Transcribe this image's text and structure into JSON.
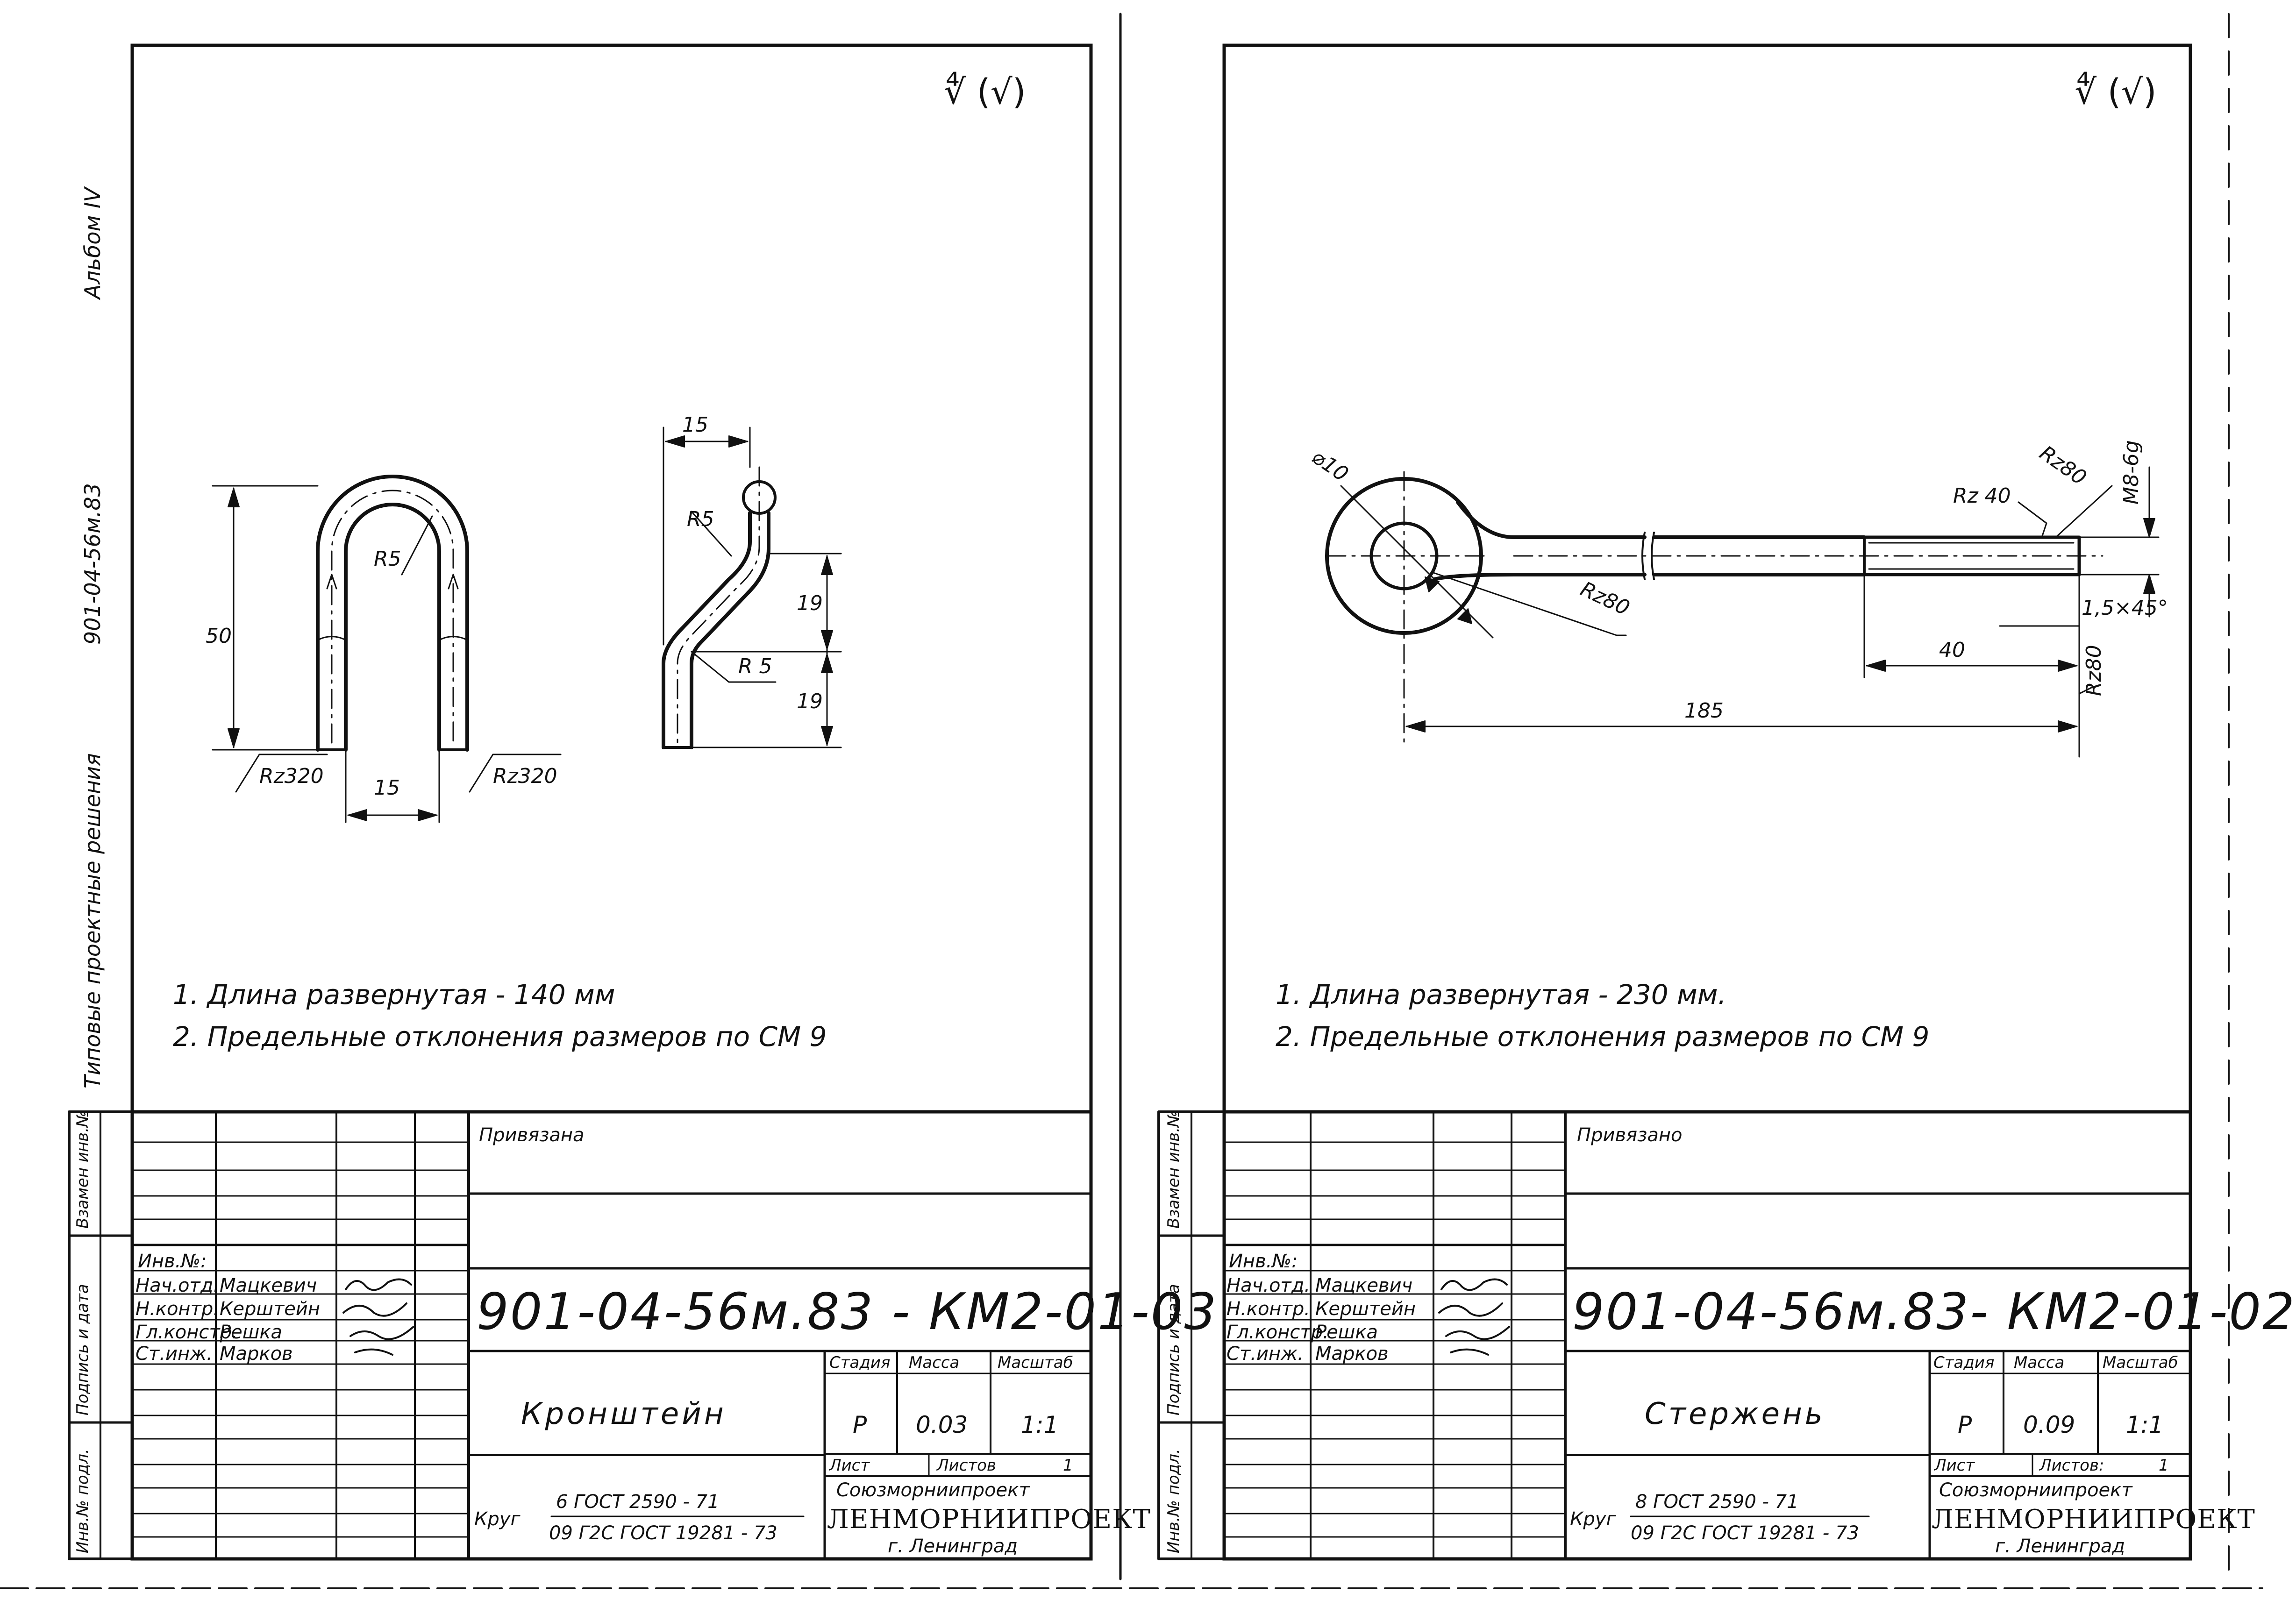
{
  "album": {
    "label": "Альбом IV",
    "series_label": "Типовые проектные решения",
    "series_code": "901-04-56м.83"
  },
  "sheets": [
    {
      "roughness_mark": "∜ (√)",
      "notes": [
        "1. Длина развернутая  -  140 мм",
        "2. Предельные  отклонения  размеров  по  СМ 9"
      ],
      "dimensions": {
        "height": "50",
        "gap": "15",
        "bend_radius": "R5",
        "offset_width": "15",
        "radius_top": "R5",
        "radius_bottom": "R 5",
        "offset_upper": "19",
        "offset_lower": "19",
        "rz_left": "Rz320",
        "rz_right": "Rz320"
      },
      "side_stamp": {
        "row1": "Взамен инв.№",
        "row2": "Подпись и дата",
        "row3": "Инв.№ подл."
      },
      "title_block": {
        "privyazana": "Привязана",
        "inv_label": "Инв.№:",
        "people": [
          {
            "role": "Нач.отд.",
            "name": "Мацкевич"
          },
          {
            "role": "Н.контр.",
            "name": "Керштейн"
          },
          {
            "role": "Гл.констр.",
            "name": "Решка"
          },
          {
            "role": "Ст.инж.",
            "name": "Марков"
          }
        ],
        "code": "901-04-56м.83 - КМ2-01-03",
        "name": "Кронштейн",
        "stage_label": "Стадия",
        "mass_label": "Масса",
        "scale_label": "Масштаб",
        "stage": "Р",
        "mass": "0.03",
        "scale": "1:1",
        "sheet_label": "Лист",
        "sheets_label": "Листов",
        "sheets_value": "1",
        "material_prefix": "Круг",
        "material_top": "6 ГОСТ 2590 - 71",
        "material_bottom": "09 Г2С ГОСТ 19281 - 73",
        "org1": "Союзморниипроект",
        "org2": "ЛЕНМОРНИИПРОЕКТ",
        "city": "г. Ленинград"
      }
    },
    {
      "roughness_mark": "∜ (√)",
      "notes": [
        "1. Длина  развернутая  - 230 мм.",
        "2. Предельные  отклонения  размеров  по  СМ 9"
      ],
      "dimensions": {
        "diameter": "⌀10",
        "rz_ring": "Rz80",
        "rz_40": "Rz 40",
        "rz_top": "Rz80",
        "thread": "M8-6g",
        "chamfer": "1,5×45°",
        "thread_len": "40",
        "rz_end": "Rz80",
        "total_len": "185"
      },
      "side_stamp": {
        "row1": "Взамен инв.№",
        "row2": "Подпись и дата",
        "row3": "Инв.№ подл."
      },
      "title_block": {
        "privyazana": "Привязано",
        "inv_label": "Инв.№:",
        "people": [
          {
            "role": "Нач.отд.",
            "name": "Мацкевич"
          },
          {
            "role": "Н.контр.",
            "name": "Керштейн"
          },
          {
            "role": "Гл.констр.",
            "name": "Решка"
          },
          {
            "role": "Ст.инж.",
            "name": "Марков"
          }
        ],
        "code": "901-04-56м.83- КМ2-01-02",
        "name": "Стержень",
        "stage_label": "Стадия",
        "mass_label": "Масса",
        "scale_label": "Масштаб",
        "stage": "Р",
        "mass": "0.09",
        "scale": "1:1",
        "sheet_label": "Лист",
        "sheets_label": "Листов:",
        "sheets_value": "1",
        "material_prefix": "Круг",
        "material_top": "8 ГОСТ 2590 - 71",
        "material_bottom": "09 Г2С ГОСТ 19281 - 73",
        "org1": "Союзморниипроект",
        "org2": "ЛЕНМОРНИИПРОЕКТ",
        "city": "г. Ленинград"
      }
    }
  ]
}
